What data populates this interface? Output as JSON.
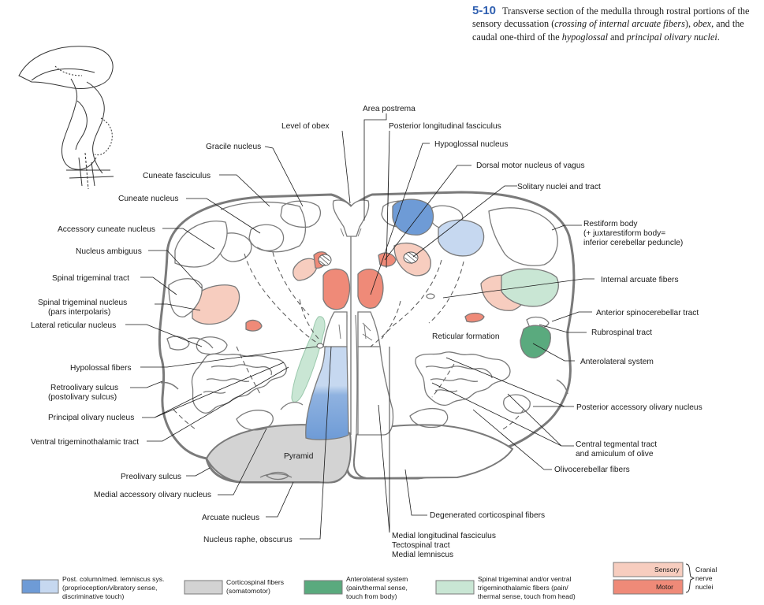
{
  "caption": {
    "number": "5-10",
    "t1": "Transverse section of the medulla through rostral portions of the sensory decussation (",
    "t2": "crossing of internal arcuate fibers",
    "t3": "), ",
    "t4": "obex,",
    "t5": " and the caudal one-third of the ",
    "t6": "hypoglossal",
    "t7": " and ",
    "t8": "principal olivary nuclei",
    "t9": "."
  },
  "labels": {
    "area_postrema": "Area postrema",
    "level_obex": "Level of obex",
    "post_long_fasc": "Posterior longitudinal fasciculus",
    "gracile": "Gracile nucleus",
    "hypoglossal_nuc": "Hypoglossal nucleus",
    "dorsal_motor_vagus": "Dorsal motor nucleus of vagus",
    "cuneate_fasc": "Cuneate fasciculus",
    "solitary": "Solitary nuclei and tract",
    "cuneate_nuc": "Cuneate nucleus",
    "restiform_1": "Restiform body",
    "restiform_2": "(+ juxtarestiform body=",
    "restiform_3": "inferior cerebellar peduncle)",
    "acc_cuneate": "Accessory cuneate nucleus",
    "nuc_ambiguus": "Nucleus ambiguus",
    "spinal_trig_tract": "Spinal trigeminal tract",
    "internal_arcuate": "Internal arcuate fibers",
    "spinal_trig_nuc_1": "Spinal trigeminal nucleus",
    "spinal_trig_nuc_2": "(pars interpolaris)",
    "ant_spinocerebellar": "Anterior spinocerebellar tract",
    "lat_reticular": "Lateral reticular nucleus",
    "rubrospinal": "Rubrospinal tract",
    "reticular_formation": "Reticular formation",
    "hypoglossal_fibers": "Hypolossal fibers",
    "anterolateral_sys": "Anterolateral system",
    "retroolivary_1": "Retroolivary sulcus",
    "retroolivary_2": "(postolivary sulcus)",
    "post_acc_olivary": "Posterior accessory olivary nucleus",
    "principal_olivary": "Principal olivary nucleus",
    "central_tegmental_1": "Central tegmental tract",
    "central_tegmental_2": "and amiculum of olive",
    "ventral_trig_thal": "Ventral trigeminothalamic tract",
    "pyramid": "Pyramid",
    "olivocerebellar": "Olivocerebellar fibers",
    "preolivary": "Preolivary sulcus",
    "medial_acc_olivary": "Medial accessory olivary nucleus",
    "degenerated_cs": "Degenerated corticospinal fibers",
    "arcuate": "Arcuate nucleus",
    "mlf": "Medial longitudinal fasciculus",
    "tectospinal": "Tectospinal tract",
    "medial_lemniscus": "Medial lemniscus",
    "raphe": "Nucleus raphe, obscurus"
  },
  "legend": {
    "items": [
      {
        "l1": "Post. column/med. lemniscus sys.",
        "l2": "(proprioception/vibratory sense,",
        "l3": "discriminative touch)"
      },
      {
        "l1": "Corticospinal fibers",
        "l2": "(somatomotor)",
        "l3": ""
      },
      {
        "l1": "Anterolateral system",
        "l2": "(pain/thermal sense,",
        "l3": "touch from body)"
      },
      {
        "l1": "Spinal trigeminal and/or ventral",
        "l2": "trigeminothalamic fibers (pain/",
        "l3": "thermal sense, touch from head)"
      }
    ],
    "sensory": "Sensory",
    "motor": "Motor",
    "cranial_1": "Cranial",
    "cranial_2": "nerve",
    "cranial_3": "nuclei"
  },
  "colors": {
    "lemniscus_dark": "#6e9bd6",
    "lemniscus_light": "#c6d8f0",
    "corticospinal": "#d3d3d3",
    "anterolateral": "#5aaa7e",
    "trigeminal": "#c9e6d4",
    "sensory_nuc": "#f7cdbf",
    "motor_nuc": "#ef8a78",
    "outline": "#7a7a7a"
  }
}
